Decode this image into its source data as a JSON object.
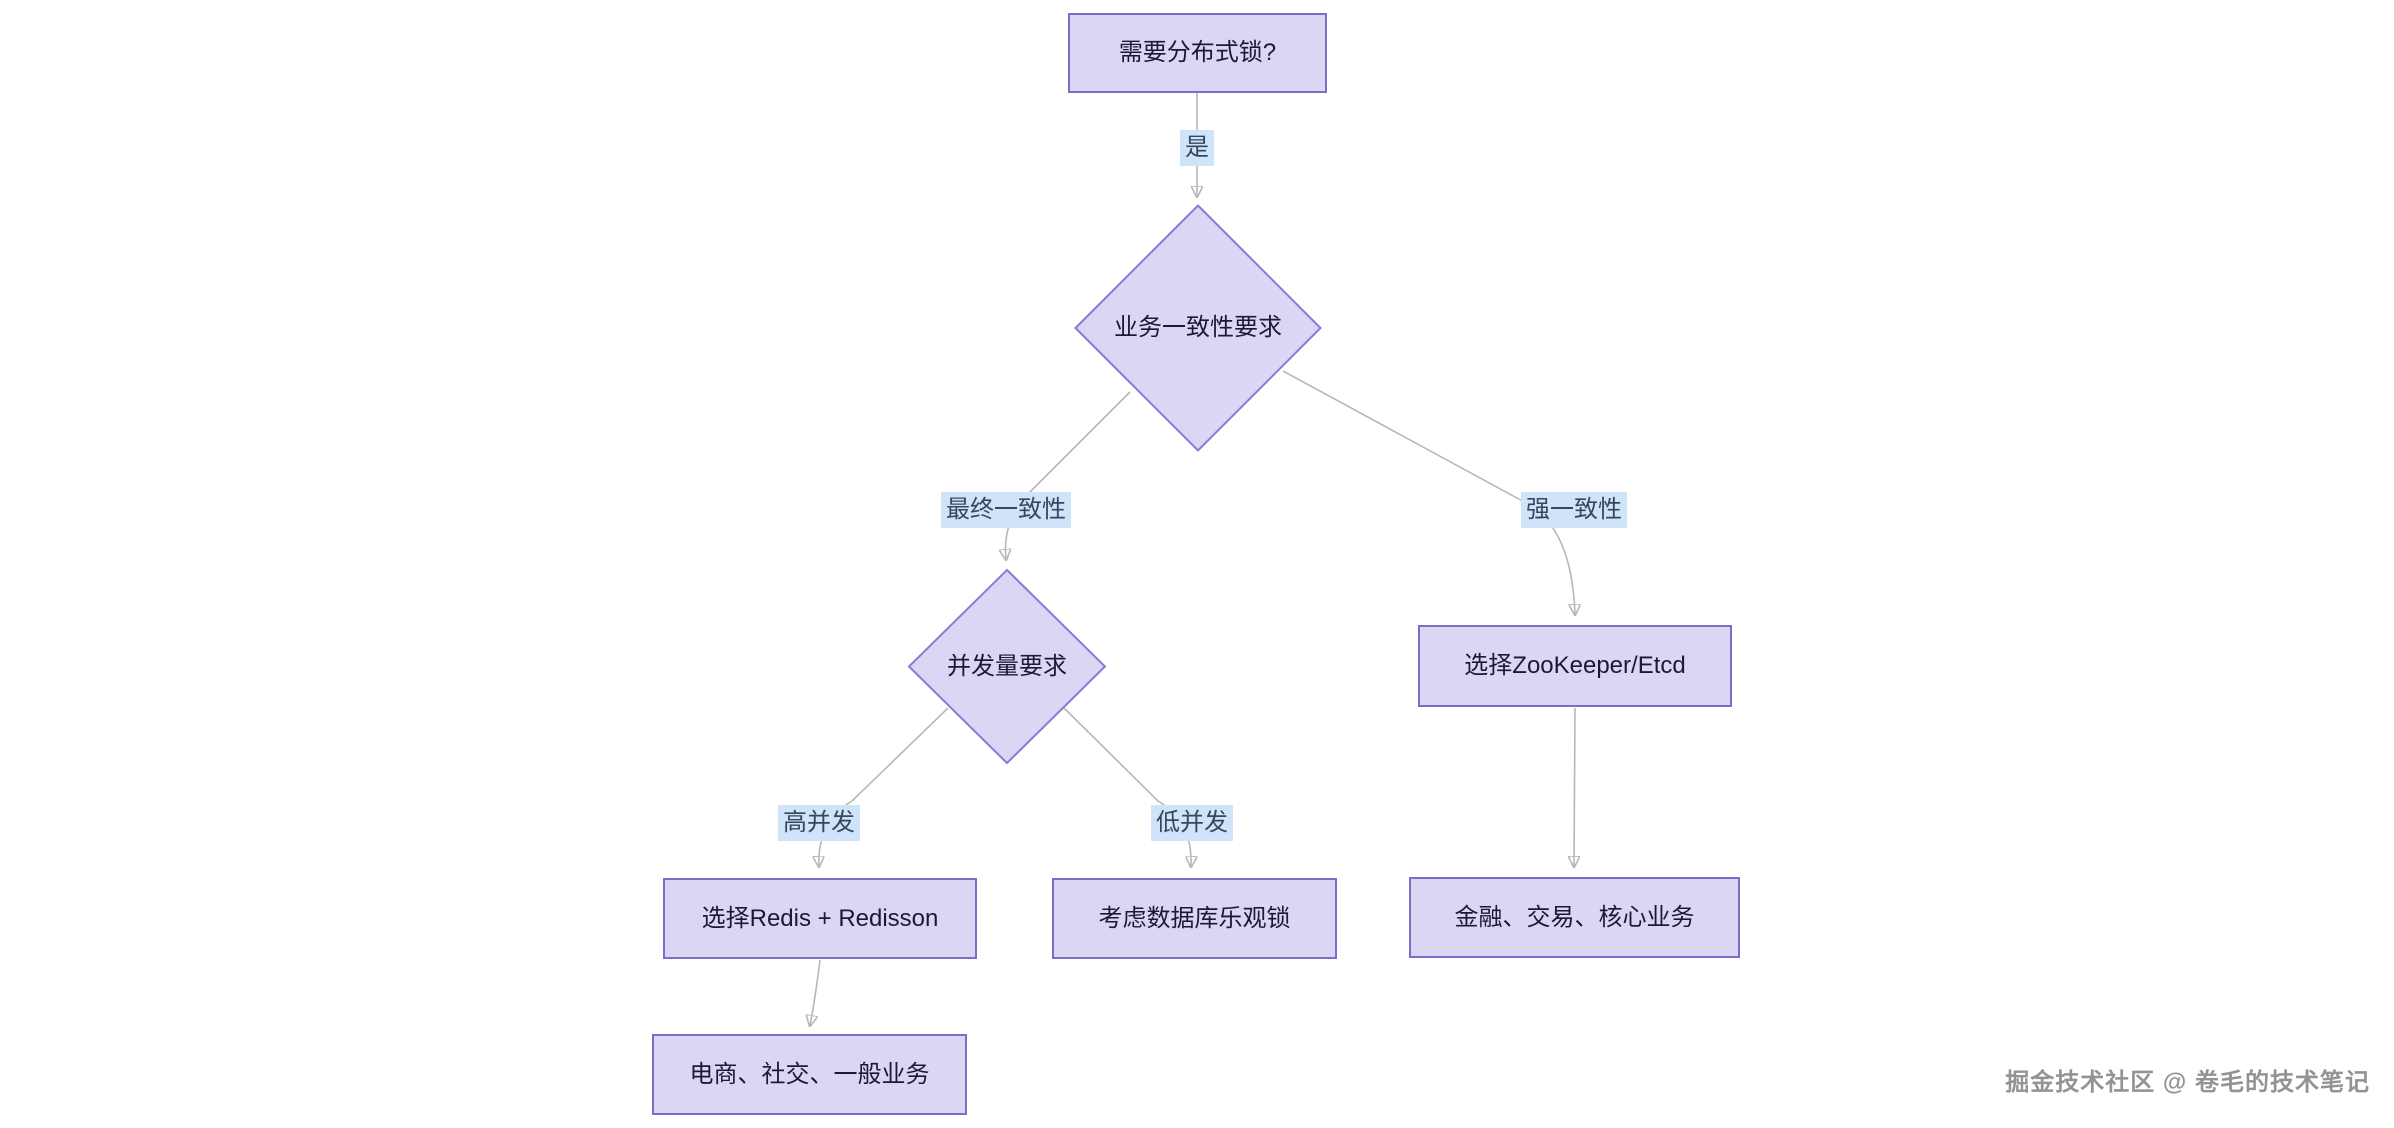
{
  "diagram": {
    "type": "flowchart",
    "nodes": {
      "start": {
        "label": "需要分布式锁?",
        "shape": "rect"
      },
      "consistency": {
        "label": "业务一致性要求",
        "shape": "diamond"
      },
      "concurrency": {
        "label": "并发量要求",
        "shape": "diamond"
      },
      "zookeeper": {
        "label": "选择ZooKeeper/Etcd",
        "shape": "rect"
      },
      "redis": {
        "label": "选择Redis + Redisson",
        "shape": "rect"
      },
      "optimistic": {
        "label": "考虑数据库乐观锁",
        "shape": "rect"
      },
      "ecommerce": {
        "label": "电商、社交、一般业务",
        "shape": "rect"
      },
      "finance": {
        "label": "金融、交易、核心业务",
        "shape": "rect"
      }
    },
    "edge_labels": {
      "yes": {
        "label": "是"
      },
      "eventual": {
        "label": "最终一致性"
      },
      "strong": {
        "label": "强一致性"
      },
      "high": {
        "label": "高并发"
      },
      "low": {
        "label": "低并发"
      }
    },
    "connections": [
      {
        "from": "start",
        "to": "consistency",
        "label": "是"
      },
      {
        "from": "consistency",
        "to": "concurrency",
        "label": "最终一致性"
      },
      {
        "from": "consistency",
        "to": "zookeeper",
        "label": "强一致性"
      },
      {
        "from": "concurrency",
        "to": "redis",
        "label": "高并发"
      },
      {
        "from": "concurrency",
        "to": "optimistic",
        "label": "低并发"
      },
      {
        "from": "redis",
        "to": "ecommerce",
        "label": ""
      },
      {
        "from": "zookeeper",
        "to": "finance",
        "label": ""
      }
    ]
  },
  "watermark": {
    "text": "掘金技术社区 @ 卷毛的技术笔记"
  },
  "colors": {
    "node-fill": "#dcd6f5",
    "node-border": "#7d6cc8",
    "diamond-border": "#8a7ad6",
    "node-text": "#1a1a38",
    "edge-label-bg": "#cfe4f8",
    "edge-label-text": "#36465f",
    "edge-line": "#b7b7b7",
    "arrow": "#a6a6a6",
    "watermark": "#939393",
    "background": "#ffffff"
  }
}
